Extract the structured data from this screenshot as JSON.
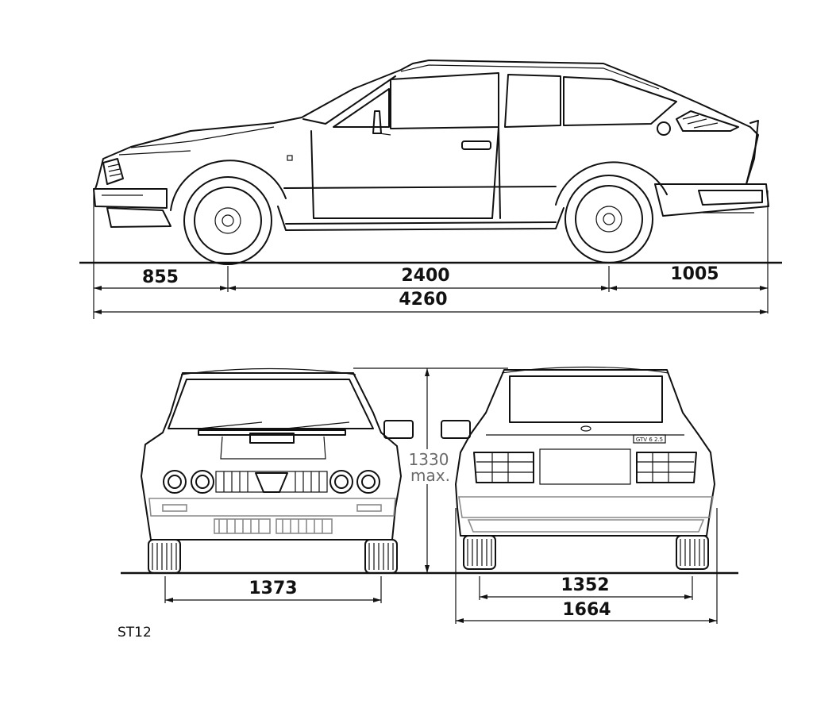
{
  "side_view": {
    "dimensions": {
      "front_overhang": "855",
      "wheelbase": "2400",
      "rear_overhang": "1005",
      "overall_length": "4260"
    }
  },
  "front_view": {
    "dimensions": {
      "front_track": "1373"
    }
  },
  "rear_view": {
    "dimensions": {
      "rear_track": "1352",
      "overall_width": "1664"
    },
    "badge": "GTV 6 2.5"
  },
  "height_dimension": {
    "value": "1330",
    "qualifier": "max."
  },
  "sheet_reference": "ST12"
}
